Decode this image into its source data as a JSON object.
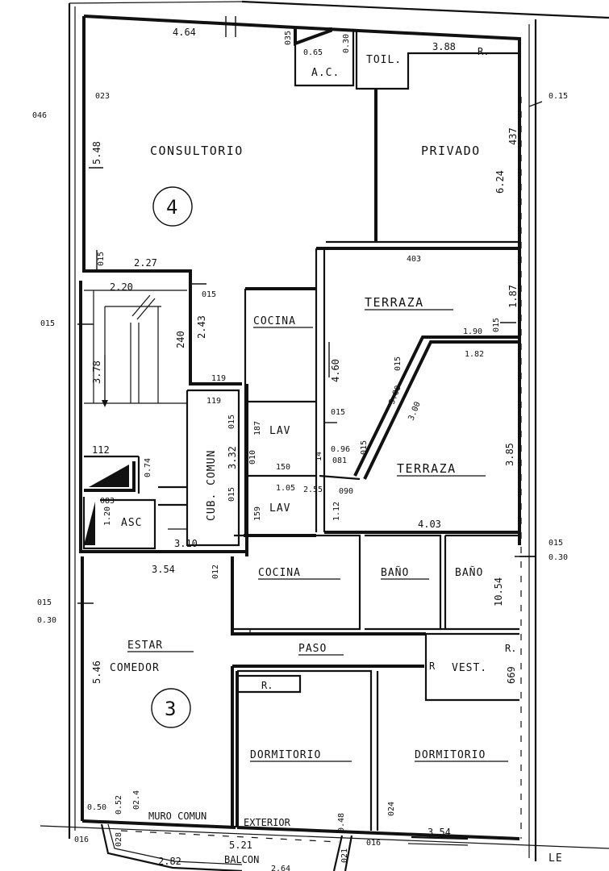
{
  "rooms": {
    "consultorio": "CONSULTORIO",
    "privado": "PRIVADO",
    "toilette": "TOIL.",
    "aire_cond": "A.C.",
    "terraza_upper": "TERRAZA",
    "terraza_lower": "TERRAZA",
    "cocina_upper": "COCINA",
    "lav_upper": "LAV",
    "lav_lower": "LAV",
    "cub_comun": "CUB. COMUN",
    "asc": "ASC",
    "cocina_lower": "COCINA",
    "bano_1": "BAÑO",
    "bano_2": "BAÑO",
    "vestidor": "VEST.",
    "paso": "PASO",
    "estar": "ESTAR",
    "comedor": "COMEDOR",
    "dormitorio_1": "DORMITORIO",
    "dormitorio_2": "DORMITORIO",
    "balcon": "BALCON",
    "muro": "MURO COMUN",
    "exterior": "EXTERIOR",
    "le": "LE",
    "r_privado": "R.",
    "r_vest": "R.",
    "r_dorm": "R.",
    "r_side": "R"
  },
  "units": {
    "upper": "4",
    "lower": "3"
  },
  "dims": {
    "d464": "4.64",
    "d035": "035",
    "d065": "0.65",
    "d030a": "0.30",
    "d388": "3.88",
    "d023": "023",
    "d046": "046",
    "d015right": "0.15",
    "d548": "5.48",
    "d437": "437",
    "d624": "6.24",
    "d015a": "015",
    "d227": "2.27",
    "d403": "403",
    "d220": "2.20",
    "d015b": "015",
    "d015c": "015",
    "d243": "2.43",
    "d240": "240",
    "d378": "3.78",
    "d187a": "1.87",
    "d190": "1.90",
    "d015d": "015",
    "d182": "1.82",
    "d460": "4.60",
    "d119a": "119",
    "d119b": "119",
    "d015e": "015",
    "d187b": "187",
    "d010": "010",
    "d300a": "3.00",
    "d300b": "3.00",
    "d015f": "015",
    "d015g": "015",
    "d014": "14",
    "d096": "0.96",
    "d081": "081",
    "d015h": "015",
    "d332": "3.32",
    "d150": "150",
    "d385": "3.85",
    "d112": "112",
    "d074": "0.74",
    "d105": "1.05",
    "d255": "2.55",
    "d090": "090",
    "d015i": "015",
    "d083": "083",
    "d159": "159",
    "d112b": "1.12",
    "d120": "1.20",
    "d310": "3.10",
    "d403b": "4.03",
    "d015j": "015",
    "d030b": "0.30",
    "d354a": "3.54",
    "d012": "012",
    "d1054": "10.54",
    "d015k": "015",
    "d030c": "0.30",
    "d546": "5.46",
    "d669": "669",
    "d050": "0.50",
    "d052": "0.52",
    "d024a": "02.4",
    "d048": "0.48",
    "d024b": "024",
    "d354b": "3.54",
    "d016a": "016",
    "d028": "028",
    "d521": "5.21",
    "d282": "2.82",
    "d264": "2.64",
    "d021": "021",
    "d016b": "016"
  }
}
